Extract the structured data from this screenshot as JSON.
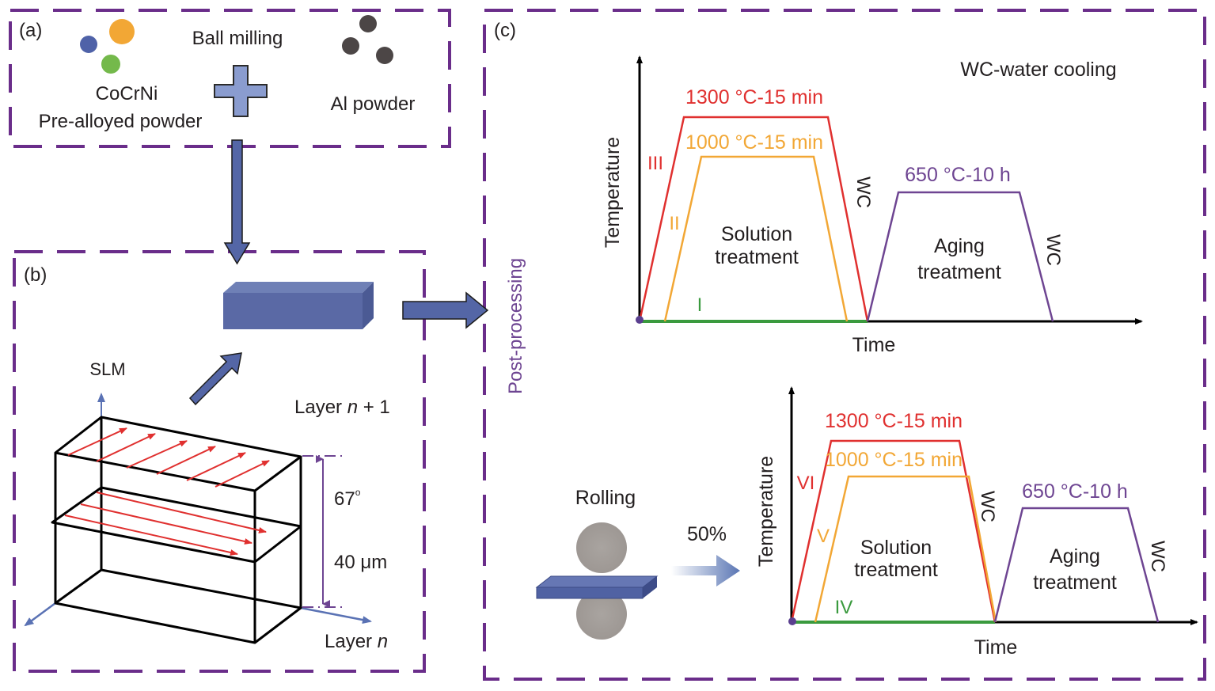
{
  "colors": {
    "frame": "#6a2d8a",
    "arrow_fill": "#5466a6",
    "red": "#e0302f",
    "orange": "#f2a735",
    "green": "#3a9a3e",
    "purple": "#6e4592",
    "ink": "#231f20",
    "axis_blue": "#5a72b4",
    "roller_gray": "#a39e9a"
  },
  "panel_a": {
    "label": "(a)",
    "process": "Ball milling",
    "powder1_line1": "CoCrNi",
    "powder1_line2": "Pre-alloyed powder",
    "powder2": "Al powder",
    "powder1_particles": [
      "#4f62a8",
      "#f2a735",
      "#74b94b"
    ],
    "powder2_particles": [
      "#4c4646",
      "#4c4646",
      "#4c4646"
    ]
  },
  "panel_b": {
    "label": "(b)",
    "axis_label": "SLM",
    "layer_top": "Layer ",
    "layer_top_italic": "n",
    "layer_top_suffix": " + 1",
    "layer_bottom": "Layer ",
    "layer_bottom_italic": "n",
    "angle": "67",
    "angle_unit": "o",
    "thickness": "40 μm"
  },
  "panel_c": {
    "label": "(c)",
    "side_label": "Post-processing",
    "legend_note": "WC-water cooling",
    "chart1": {
      "ylabel": "Temperature",
      "xlabel": "Time",
      "red_label": "1300 °C-15 min",
      "orange_label": "1000 °C-15 min",
      "purple_label": "650 °C-10 h",
      "route_red": "III",
      "route_orange": "II",
      "route_green": "I",
      "solution_1": "Solution",
      "solution_2": "treatment",
      "aging_1": "Aging",
      "aging_2": "treatment",
      "wc1": "WC",
      "wc2": "WC"
    },
    "rolling": {
      "label": "Rolling",
      "reduction": "50%"
    },
    "chart2": {
      "ylabel": "Temperature",
      "xlabel": "Time",
      "red_label": "1300 °C-15 min",
      "orange_label": "1000 °C-15 min",
      "purple_label": "650 °C-10 h",
      "route_red": "VI",
      "route_orange": "V",
      "route_green": "IV",
      "solution_1": "Solution",
      "solution_2": "treatment",
      "aging_1": "Aging",
      "aging_2": "treatment",
      "wc1": "WC",
      "wc2": "WC"
    }
  }
}
